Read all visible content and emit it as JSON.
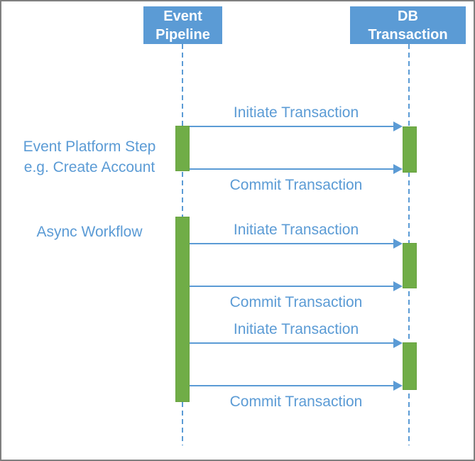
{
  "page": {
    "background": "#ffffff",
    "border_color": "#7f7f7f"
  },
  "colors": {
    "accent_blue": "#5B9BD5",
    "accent_green": "#70AD47",
    "header_text": "#ffffff"
  },
  "diagram_type": "sequence-diagram",
  "participants": [
    {
      "id": "event-pipeline",
      "line1": "Event",
      "line2": "Pipeline"
    },
    {
      "id": "db-transaction",
      "line1": "DB",
      "line2": "Transaction"
    }
  ],
  "messages": [
    {
      "label": "Initiate Transaction",
      "from": "event-pipeline",
      "to": "db-transaction",
      "label_position": "above"
    },
    {
      "label": "Commit Transaction",
      "from": "event-pipeline",
      "to": "db-transaction",
      "label_position": "below"
    },
    {
      "label": "Initiate Transaction",
      "from": "event-pipeline",
      "to": "db-transaction",
      "label_position": "above"
    },
    {
      "label": "Commit Transaction",
      "from": "event-pipeline",
      "to": "db-transaction",
      "label_position": "below"
    },
    {
      "label": "Initiate Transaction",
      "from": "event-pipeline",
      "to": "db-transaction",
      "label_position": "above"
    },
    {
      "label": "Commit Transaction",
      "from": "event-pipeline",
      "to": "db-transaction",
      "label_position": "below"
    }
  ],
  "annotations": [
    {
      "line1": "Event Platform Step",
      "line2": "e.g. Create Account"
    },
    {
      "line1": "Async Workflow",
      "line2": ""
    }
  ]
}
